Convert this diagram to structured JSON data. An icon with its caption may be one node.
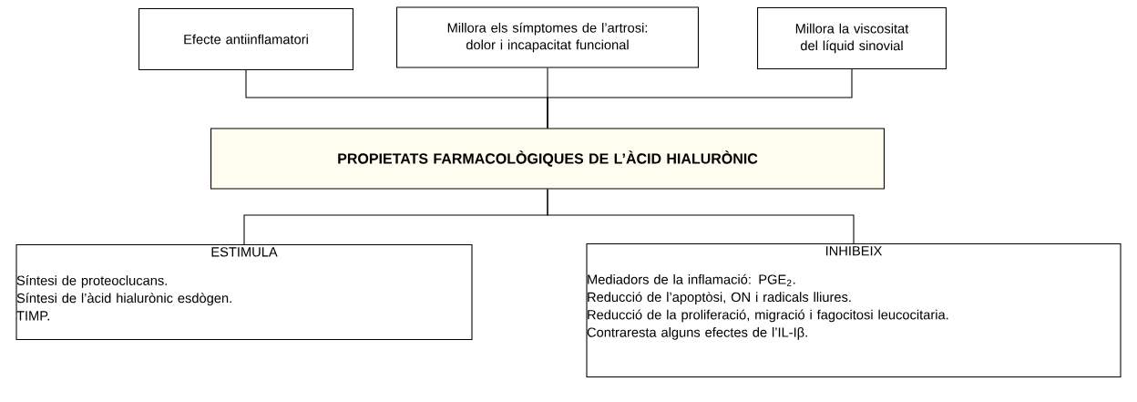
{
  "diagram": {
    "nodes": [
      {
        "text": [
          "Efecte antiinflamatori"
        ]
      },
      {
        "text": [
          "Millora els símptomes de l’artrosi: dolor i incapacitat funcional"
        ]
      },
      {
        "text": [
          "Millora la viscositat del líquid sinovial"
        ]
      },
      {
        "text": [
          "PROPIETATS FARMACOLÒGIQUES DE L’ÀCID HIALURÒNIC"
        ]
      },
      {
        "text": [
          "ESTIMULA",
          "Síntesi de proteoclucans.",
          "Síntesi de l’àcid hialurònic esdògen.",
          "TIMP."
        ]
      },
      {
        "text": [
          "INHIBEIX",
          "Mediadors de la inflamació: PGE$_{2}$.",
          "Reducció de l’apoptòsi, ON i radicals lliures.",
          "Reducció de la proliferació, migració i fagocitosi leucocitaria.",
          "Contraresta alguns efectes de l’IL-Iβ."
        ]
      }
    ],
    "edges": [
      {
        "from": 0,
        "to": 3,
        "arrow": "none"
      },
      {
        "from": 1,
        "to": 3,
        "arrow": "none"
      },
      {
        "from": 2,
        "to": 3,
        "arrow": "none"
      },
      {
        "from": 3,
        "to": 4,
        "arrow": "none"
      },
      {
        "from": 3,
        "to": 5,
        "arrow": "none"
      }
    ]
  }
}
